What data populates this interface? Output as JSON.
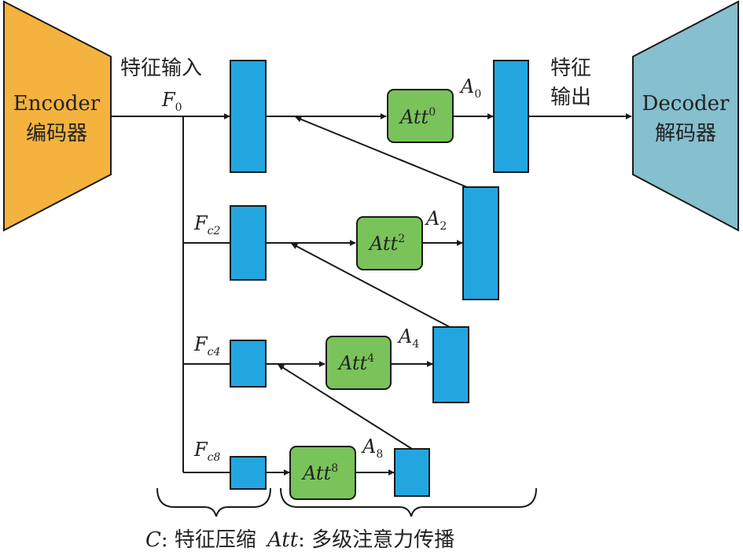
{
  "encoder": {
    "name_en": "Encoder",
    "name_zh": "编码器",
    "color": "#f4b23e"
  },
  "decoder": {
    "name_en": "Decoder",
    "name_zh": "解码器",
    "color": "#86bfce"
  },
  "input_label": "特征输入",
  "output_label_line1": "特征",
  "output_label_line2": "输出",
  "features": {
    "f0": {
      "base": "F",
      "sub": "0"
    },
    "fc2": {
      "base": "F",
      "sub": "c2"
    },
    "fc4": {
      "base": "F",
      "sub": "c4"
    },
    "fc8": {
      "base": "F",
      "sub": "c8"
    }
  },
  "attention": {
    "att0": {
      "base": "Att",
      "sup": "0"
    },
    "att2": {
      "base": "Att",
      "sup": "2"
    },
    "att4": {
      "base": "Att",
      "sup": "4"
    },
    "att8": {
      "base": "Att",
      "sup": "8"
    }
  },
  "outputs": {
    "a0": {
      "base": "A",
      "sub": "0"
    },
    "a2": {
      "base": "A",
      "sub": "2"
    },
    "a4": {
      "base": "A",
      "sub": "4"
    },
    "a8": {
      "base": "A",
      "sub": "8"
    }
  },
  "legend": {
    "c_symbol": "C",
    "c_text": ": 特征压缩",
    "att_symbol": "Att",
    "att_text": ": 多级注意力传播"
  },
  "colors": {
    "block": "#23a6e0",
    "att": "#79c35a",
    "line": "#1a1a1a"
  }
}
